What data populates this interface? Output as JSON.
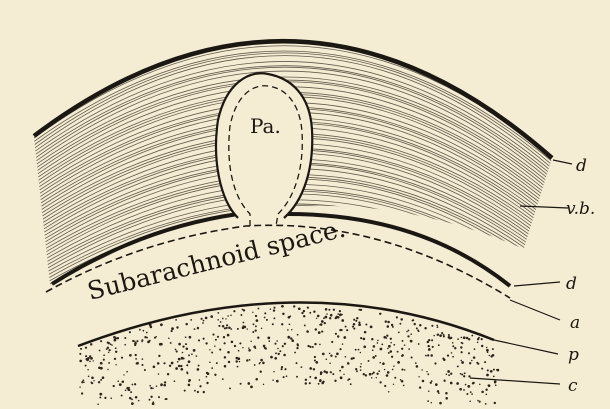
{
  "diagram": {
    "pacchionian_label": "Pa.",
    "space_label": "Subarachnoid space.",
    "labels": {
      "dura_outer": "d",
      "venous_blood": "v.b.",
      "dura_inner": "d",
      "arachnoid": "a",
      "pia": "p",
      "cortex": "c"
    },
    "colors": {
      "paper": "#f4ecd3",
      "ink": "#1b1713",
      "fibre": "#4a4236"
    }
  }
}
